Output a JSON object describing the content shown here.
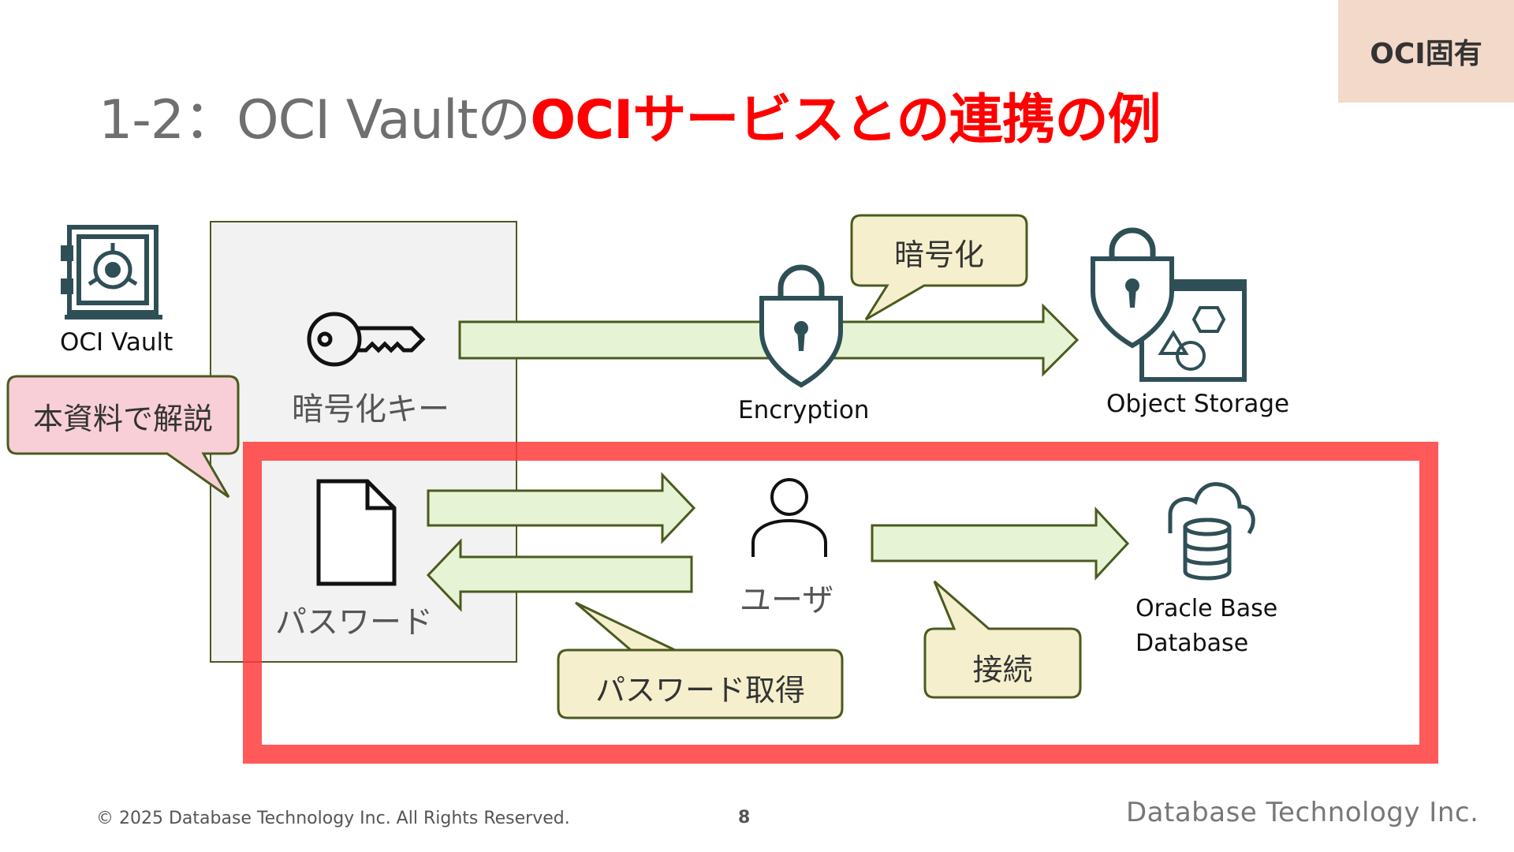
{
  "badge": "OCI固有",
  "title": {
    "prefix": "1-2：OCI Vaultの",
    "highlight": "OCIサービスとの連携の例"
  },
  "nodes": {
    "oci_vault": "OCI Vault",
    "encryption_key": "暗号化キー",
    "password": "パスワード",
    "encryption": "Encryption",
    "object_storage": "Object Storage",
    "user": "ユーザ",
    "oracle_db_line1": "Oracle Base",
    "oracle_db_line2": "Database"
  },
  "callouts": {
    "explained": "本資料で解説",
    "encryption": "暗号化",
    "get_password": "パスワード取得",
    "connect": "接続"
  },
  "footer": {
    "copyright": "© 2025 Database Technology Inc. All Rights Reserved.",
    "page": "8",
    "brand": "Database Technology Inc."
  },
  "colors": {
    "accent_red": "#ff0000",
    "badge_bg": "#f3d9ca",
    "arrow_fill": "#e6f4d5",
    "callout_fill": "#f5efcd",
    "callout_pink": "#f8cfd6",
    "icon_teal": "#2f4f56"
  }
}
